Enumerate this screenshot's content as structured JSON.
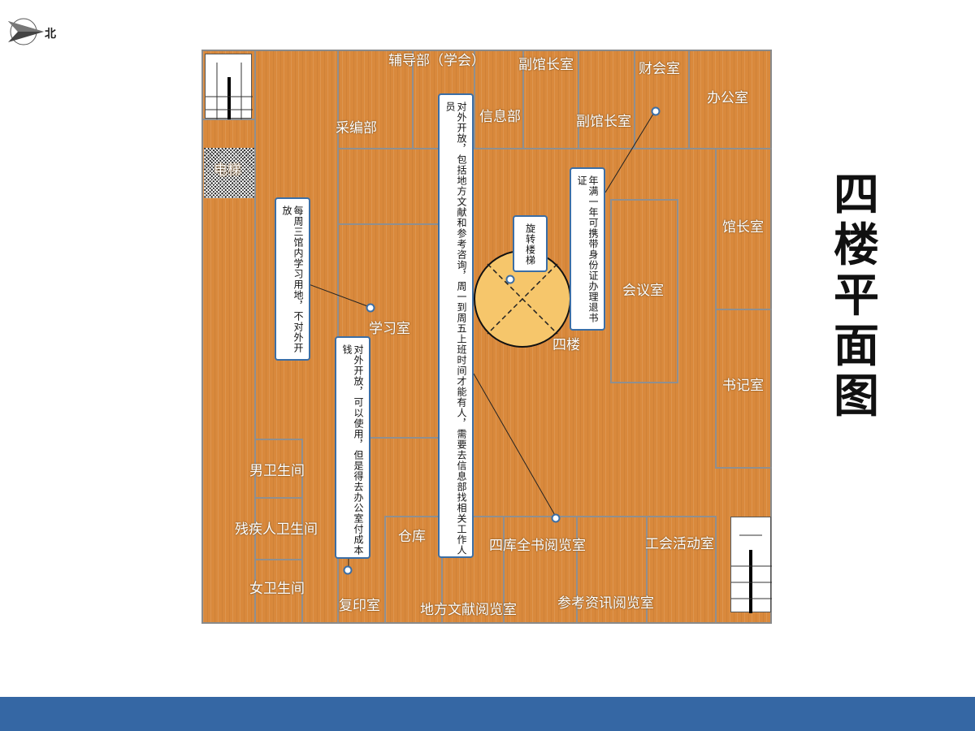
{
  "compass": {
    "label": "北",
    "icon": "north-arrow-icon"
  },
  "title": {
    "chars": [
      "四",
      "楼",
      "平",
      "面",
      "图"
    ]
  },
  "rooms": {
    "fudaobu": "辅导部（学会）",
    "fuguanzhang1": "副馆长室",
    "caihui": "财会室",
    "bangong": "办公室",
    "caibian": "采编部",
    "xinxi": "信息部",
    "fuguanzhang2": "副馆长室",
    "dianti": "电梯",
    "guanzhang": "馆长室",
    "huiyi": "会议室",
    "xuexi": "学习室",
    "silou": "四楼",
    "shuji": "书记室",
    "nanwei": "男卫生间",
    "canji": "残疾人卫生间",
    "nvwei": "女卫生间",
    "cangku": "仓库",
    "sikuquanshu": "四库全书阅览室",
    "gonghui": "工会活动室",
    "fuyin": "复印室",
    "difang": "地方文献阅览室",
    "cankao": "参考资讯阅览室"
  },
  "notes": {
    "study": "每周三馆内学习用地，不对外开放",
    "copy": "对外开放，可以使用，但是得去办公室付成本钱",
    "open_info": "对外开放，包括地方文献和参考咨询，周一到周五上班时间才能有人，需要去信息部找相关工作人员",
    "stairs": "旋转楼梯",
    "card": "年满一年可携带身份证办理退书证"
  },
  "colors": {
    "floor": "#d9893c",
    "wall": "#8f8f8f",
    "note_border": "#3b6ea5",
    "stair_circle": "#f6c66b",
    "footer": "#3567a4"
  }
}
